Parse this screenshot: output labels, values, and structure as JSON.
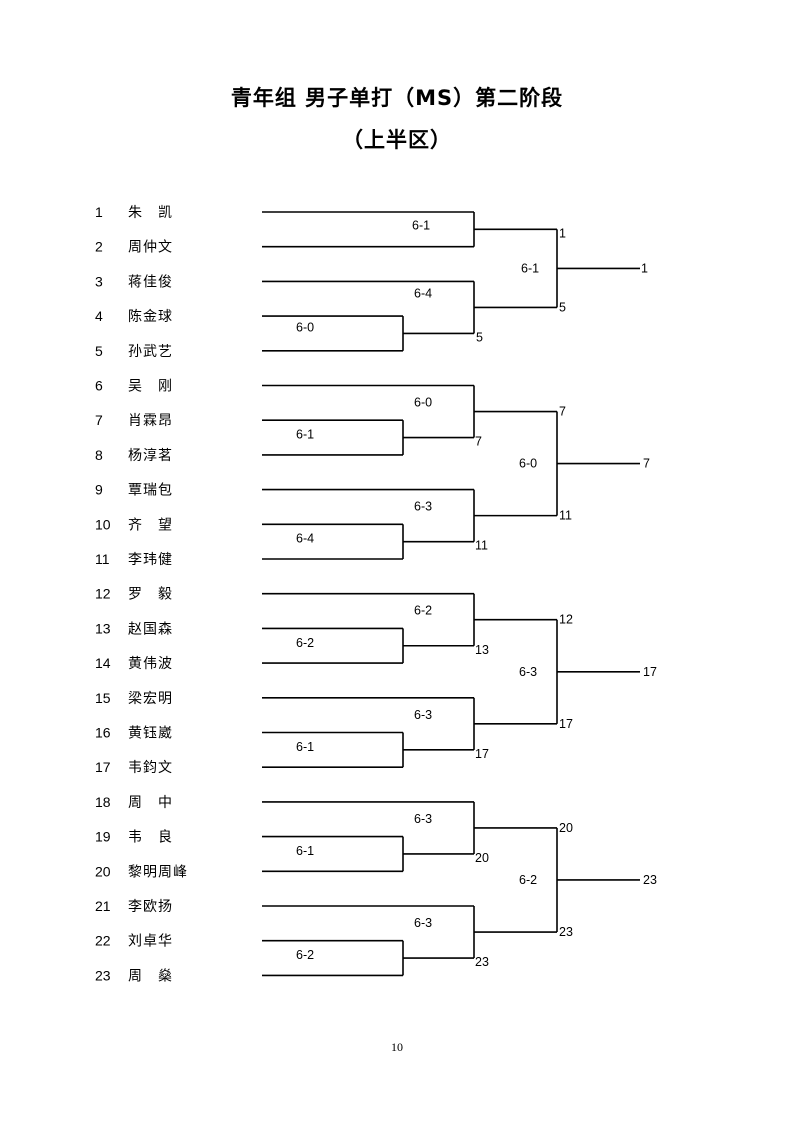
{
  "title": "青年组 男子单打（MS）第二阶段",
  "subtitle": "（上半区）",
  "page_number": "10",
  "players": [
    {
      "num": "1",
      "name": "朱　凯"
    },
    {
      "num": "2",
      "name": "周仲文"
    },
    {
      "num": "3",
      "name": "蒋佳俊"
    },
    {
      "num": "4",
      "name": "陈金球"
    },
    {
      "num": "5",
      "name": "孙武艺"
    },
    {
      "num": "6",
      "name": "吴　刚"
    },
    {
      "num": "7",
      "name": "肖霖昂"
    },
    {
      "num": "8",
      "name": "杨淳茗"
    },
    {
      "num": "9",
      "name": "覃瑞包"
    },
    {
      "num": "10",
      "name": "齐　望"
    },
    {
      "num": "11",
      "name": "李玮健"
    },
    {
      "num": "12",
      "name": "罗　毅"
    },
    {
      "num": "13",
      "name": "赵国森"
    },
    {
      "num": "14",
      "name": "黄伟波"
    },
    {
      "num": "15",
      "name": "梁宏明"
    },
    {
      "num": "16",
      "name": "黄钰崴"
    },
    {
      "num": "17",
      "name": "韦鈞文"
    },
    {
      "num": "18",
      "name": "周　中"
    },
    {
      "num": "19",
      "name": "韦　良"
    },
    {
      "num": "20",
      "name": "黎明周峰"
    },
    {
      "num": "21",
      "name": "李欧扬"
    },
    {
      "num": "22",
      "name": "刘卓华"
    },
    {
      "num": "23",
      "name": "周　燊"
    }
  ],
  "groups": [
    {
      "r0_score": "",
      "r1_score": "6-1",
      "r1_winner": "1",
      "r1_top": true,
      "r0b_score": "6-0",
      "r1b_score": "6-4",
      "r1b_winner": "5",
      "r2_score": "6-1",
      "r2_top_winner": "1",
      "r2_bottom_winner": "5",
      "final": "1"
    },
    {
      "r0a_score": "6-1",
      "r0b_score": "6-4",
      "r1a_score": "6-0",
      "r1a_winner": "7",
      "r1b_score": "6-3",
      "r1b_winner": "11",
      "r2_score": "6-0",
      "r2_top_winner": "7",
      "r2_bottom_winner": "11",
      "final": "7"
    },
    {
      "r0a_score": "6-2",
      "r0b_score": "6-1",
      "r1a_score": "6-2",
      "r1a_winner": "13",
      "r1b_score": "6-3",
      "r1b_winner": "17",
      "r2_score": "6-3",
      "r2_top_winner": "12",
      "r2_bottom_winner": "17",
      "final": "17"
    },
    {
      "r0a_score": "6-1",
      "r0b_score": "6-2",
      "r1a_score": "6-3",
      "r1a_winner": "20",
      "r1b_score": "6-3",
      "r1b_winner": "23",
      "r2_score": "6-2",
      "r2_top_winner": "20",
      "r2_bottom_winner": "23",
      "final": "23"
    }
  ]
}
